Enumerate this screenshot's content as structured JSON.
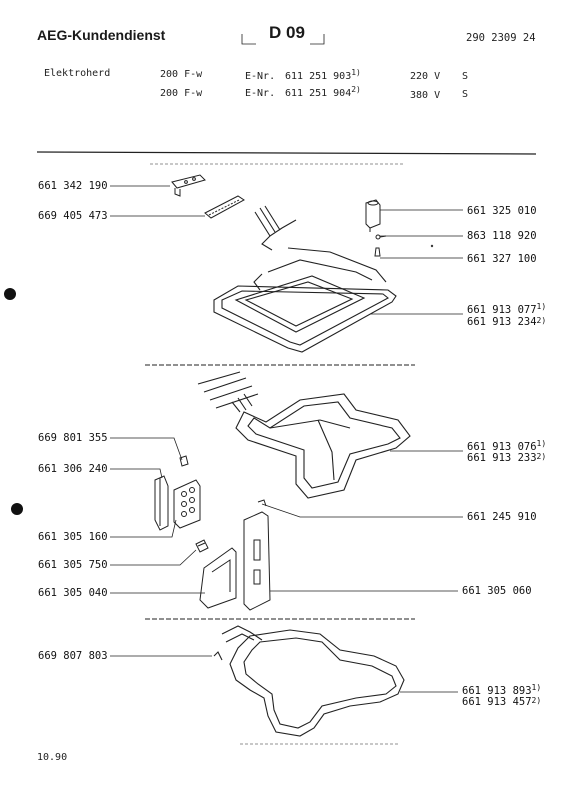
{
  "header": {
    "brand": "AEG-Kundendienst",
    "code": "D 09",
    "doc_number": "290 2309 24"
  },
  "models": [
    {
      "appliance": "Elektroherd",
      "type": "200 F-w",
      "enr_prefix": "E-Nr.",
      "enr": "611 251 903",
      "note": "1)",
      "voltage": "220 V",
      "class": "S"
    },
    {
      "appliance": "",
      "type": "200 F-w",
      "enr_prefix": "E-Nr.",
      "enr": "611 251 904",
      "note": "2)",
      "voltage": "380 V",
      "class": "S"
    }
  ],
  "parts_left": [
    {
      "number": "661 342 190"
    },
    {
      "number": "669 405 473"
    },
    {
      "number": "669 801 355"
    },
    {
      "number": "661 306 240"
    },
    {
      "number": "661 305 160"
    },
    {
      "number": "661 305 750"
    },
    {
      "number": "661 305 040"
    },
    {
      "number": "669 807 803"
    }
  ],
  "parts_right": [
    {
      "number": "661 325 010"
    },
    {
      "number": "863 118 920"
    },
    {
      "number": "661 327 100"
    },
    {
      "number": "661 913 077",
      "note": "1)"
    },
    {
      "number": "661 913 234",
      "note": "2)"
    },
    {
      "number": "661 913 076",
      "note": "1)"
    },
    {
      "number": "661 913 233",
      "note": "2)"
    },
    {
      "number": "661 245 910"
    },
    {
      "number": "661 305 060"
    },
    {
      "number": "661 913 893",
      "note": "1)"
    },
    {
      "number": "661 913 457",
      "note": "2)"
    }
  ],
  "footer": {
    "date": "10.90"
  }
}
